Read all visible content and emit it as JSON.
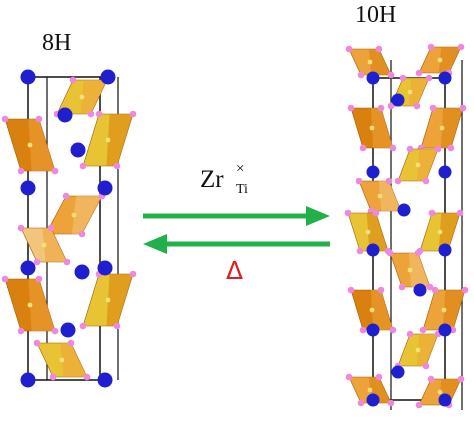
{
  "left_structure": {
    "label": "8H"
  },
  "right_structure": {
    "label": "10H"
  },
  "forward_arrow": {
    "label_main": "Zr",
    "label_superscript": "×",
    "label_subscript": "Ti",
    "color": "#22b04a"
  },
  "reverse_arrow": {
    "label": "Δ",
    "color": "#22b04a",
    "label_color": "#e02020"
  },
  "colors": {
    "octahedron_dark": "#d9800f",
    "octahedron_mid": "#eea23a",
    "octahedron_light": "#f2c57a",
    "octahedron_yellow": "#e8c434",
    "cation_blue": "#1f1fd0",
    "oxygen_pink": "#ee88dd",
    "cell_edge": "#111111"
  }
}
